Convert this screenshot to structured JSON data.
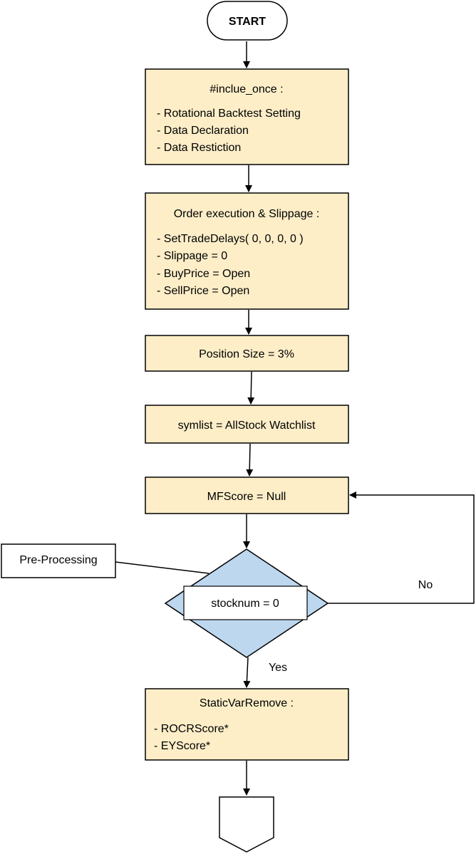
{
  "start": {
    "label": "START"
  },
  "include_box": {
    "title": "#inclue_once :",
    "items": [
      "- Rotational Backtest Setting",
      "- Data Declaration",
      "- Data Restiction"
    ]
  },
  "order_box": {
    "title": "Order execution & Slippage :",
    "items": [
      "- SetTradeDelays( 0, 0, 0, 0 )",
      "- Slippage = 0",
      "- BuyPrice = Open",
      "- SellPrice = Open"
    ]
  },
  "position_box": {
    "label": "Position Size = 3%"
  },
  "symlist_box": {
    "label": "symlist = AllStock Watchlist"
  },
  "mfscore_box": {
    "label": "MFScore = Null"
  },
  "preprocessing": {
    "label": "Pre-Processing"
  },
  "decision": {
    "label": "stocknum = 0",
    "yes_label": "Yes",
    "no_label": "No"
  },
  "staticvar_box": {
    "title": "StaticVarRemove :",
    "items": [
      "- ROCRScore*",
      "- EYScore*"
    ]
  },
  "colors": {
    "process_fill": "#fdeec8",
    "decision_fill": "#bdd7ee",
    "stroke": "#000000"
  }
}
